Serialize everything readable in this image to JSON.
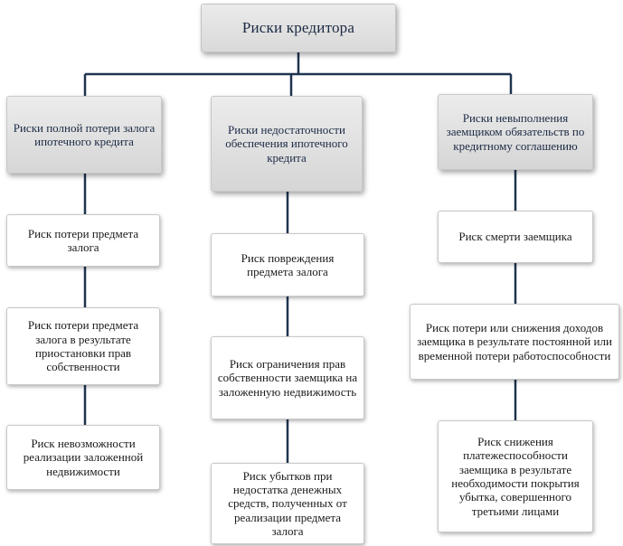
{
  "diagram": {
    "root": "Риски кредитора",
    "columns": [
      {
        "category": "Риски полной потери залога ипотечного кредита",
        "items": [
          "Риск потери предмета залога",
          "Риск потери предмета залога в результате приостановки прав собственности",
          "Риск невозможности реализации заложенной недвижимости"
        ]
      },
      {
        "category": "Риски недостаточности обеспечения ипотечного кредита",
        "items": [
          "Риск повреждения предмета залога",
          "Риск ограничения прав собственности заемщика на заложенную недвижимость",
          "Риск убытков при недостатка денежных средств, полученных от реализации предмета залога"
        ]
      },
      {
        "category": "Риски невыполнения заемщиком обязательств по кредитному соглашению",
        "items": [
          "Риск смерти заемщика",
          "Риск потери или снижения доходов заемщика в результате постоянной или временной потери работоспособности",
          "Риск снижения платежеспособности заемщика в результате необходимости покрытия убытка, совершенного третьими лицами"
        ]
      }
    ]
  }
}
